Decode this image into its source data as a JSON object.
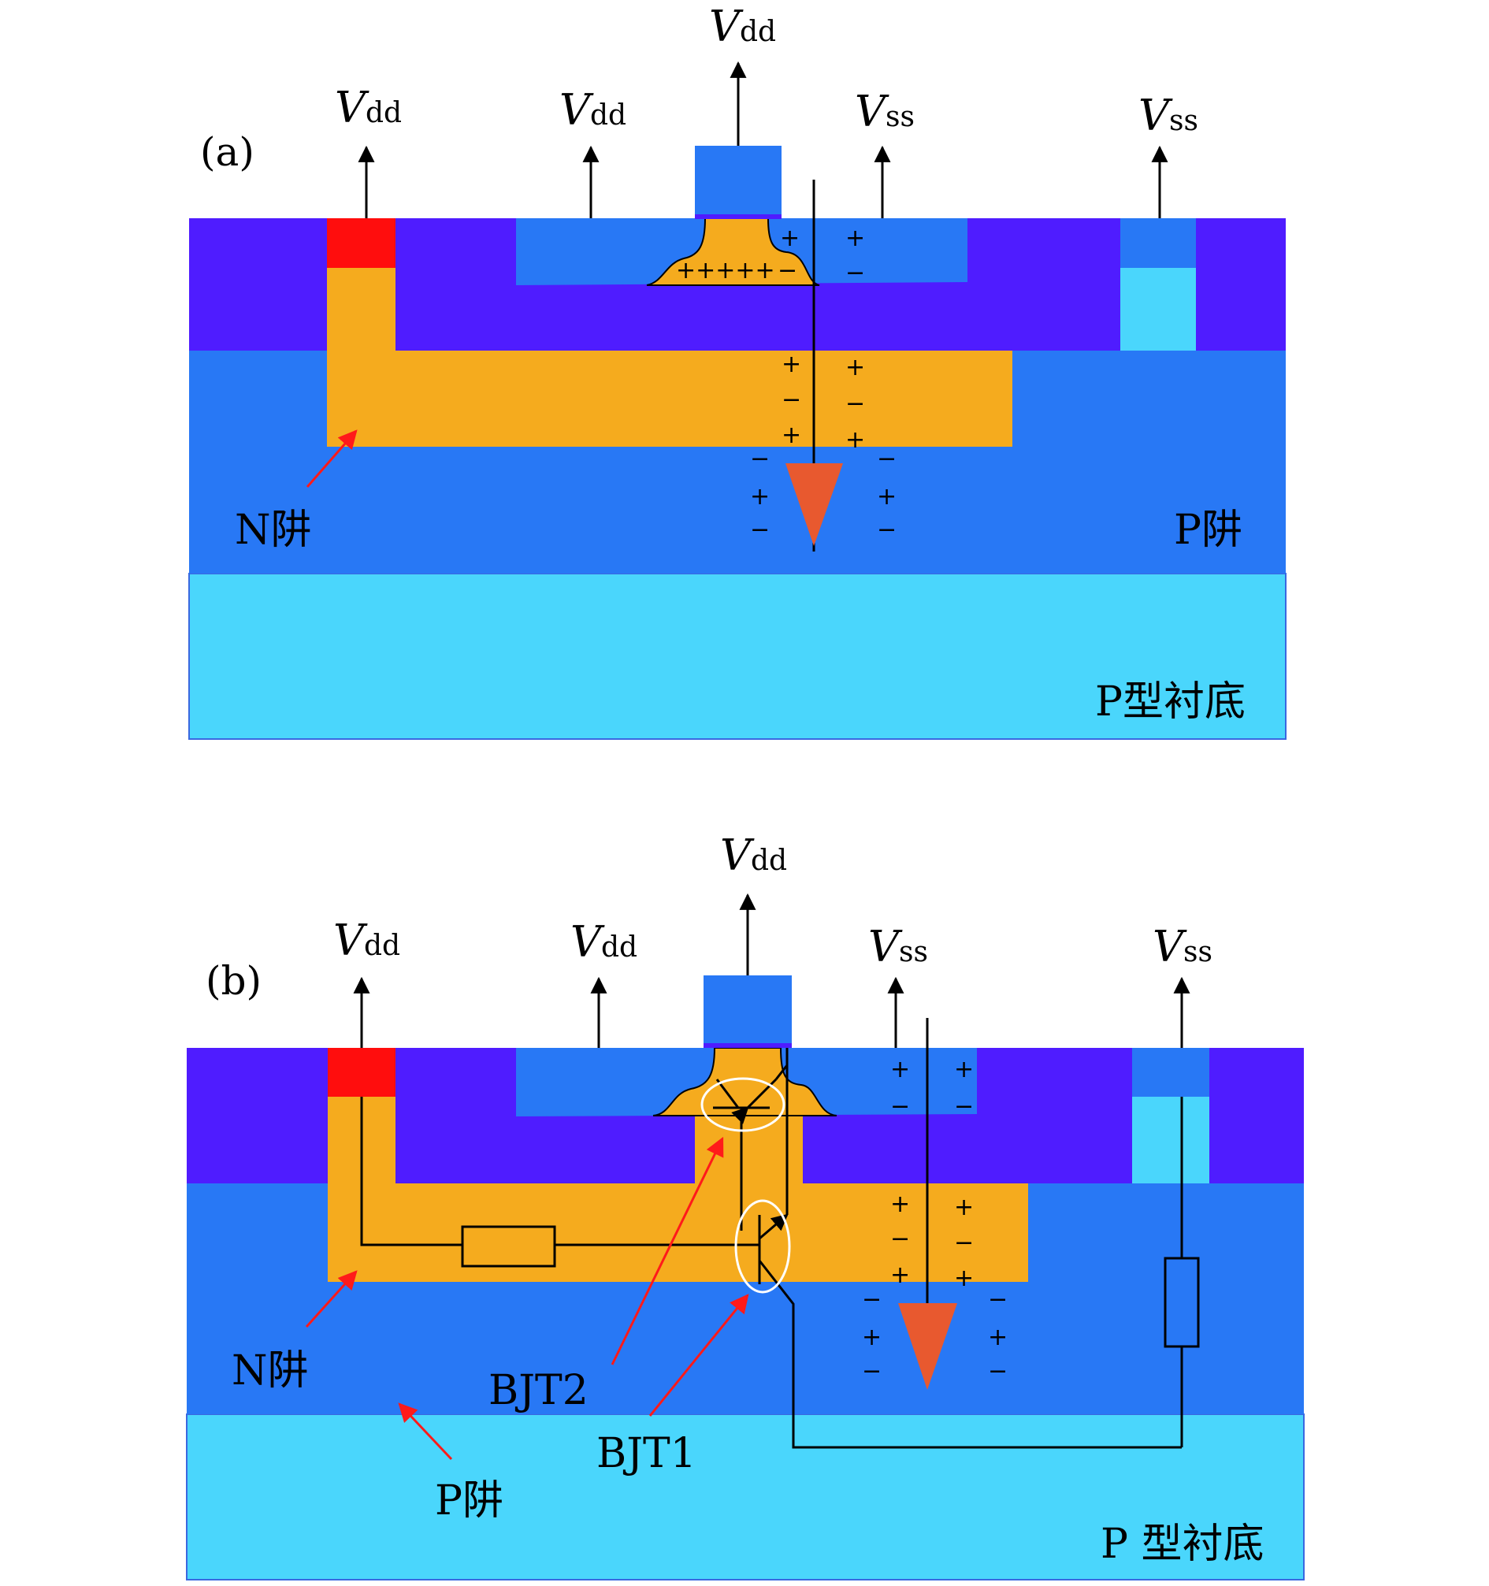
{
  "colors": {
    "oxide": "#4f1cff",
    "n_well": "#f5ab1e",
    "p_well": "#2878f5",
    "substrate": "#4ad6fc",
    "contact": "#ff0d0d",
    "gate": "#2878f5",
    "particle": "#e8592f",
    "callout": "#ff1a1a",
    "bjt_ring": "#ffffff"
  },
  "panel_a": {
    "tag": "(a)",
    "terminals": [
      {
        "main": "V",
        "sub": "dd"
      },
      {
        "main": "V",
        "sub": "dd"
      },
      {
        "main": "V",
        "sub": "dd"
      },
      {
        "main": "V",
        "sub": "ss"
      },
      {
        "main": "V",
        "sub": "ss"
      }
    ],
    "labels": {
      "n_well": "N阱",
      "p_well": "P阱",
      "substrate": "P型衬底"
    },
    "charges": {
      "channel": "+++++",
      "minus": "−",
      "plus": "+"
    }
  },
  "panel_b": {
    "tag": "(b)",
    "terminals": [
      {
        "main": "V",
        "sub": "dd"
      },
      {
        "main": "V",
        "sub": "dd"
      },
      {
        "main": "V",
        "sub": "dd"
      },
      {
        "main": "V",
        "sub": "ss"
      },
      {
        "main": "V",
        "sub": "ss"
      }
    ],
    "labels": {
      "n_well": "N阱",
      "p_well": "P阱",
      "substrate": "P 型衬底",
      "bjt2": "BJT2",
      "bjt1": "BJT1"
    },
    "charges": {
      "minus": "−",
      "plus": "+"
    }
  }
}
